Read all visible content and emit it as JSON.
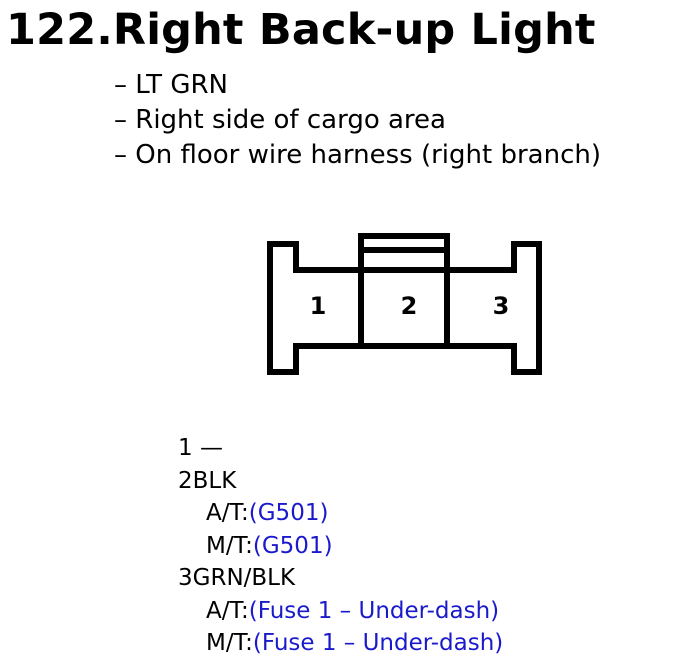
{
  "title": "122.Right Back-up Light",
  "notes": [
    "– LT GRN",
    "– Right side of cargo area",
    "– On floor wire harness (right branch)"
  ],
  "connector": {
    "pins": [
      "1",
      "2",
      "3"
    ]
  },
  "pin_list": {
    "pin1": {
      "number": "1",
      "wire": " —"
    },
    "pin2": {
      "number": "2",
      "wire": "BLK",
      "at_label": "A/T:",
      "at_link": "(G501)",
      "mt_label": "M/T:",
      "mt_link": "(G501)"
    },
    "pin3": {
      "number": "3",
      "wire": "GRN/BLK",
      "at_label": "A/T:",
      "at_link": "(Fuse 1 – Under-dash)",
      "mt_label": "M/T:",
      "mt_link": "(Fuse 1 – Under-dash)"
    }
  },
  "colors": {
    "link": "#1a1acc",
    "text": "#000000"
  }
}
